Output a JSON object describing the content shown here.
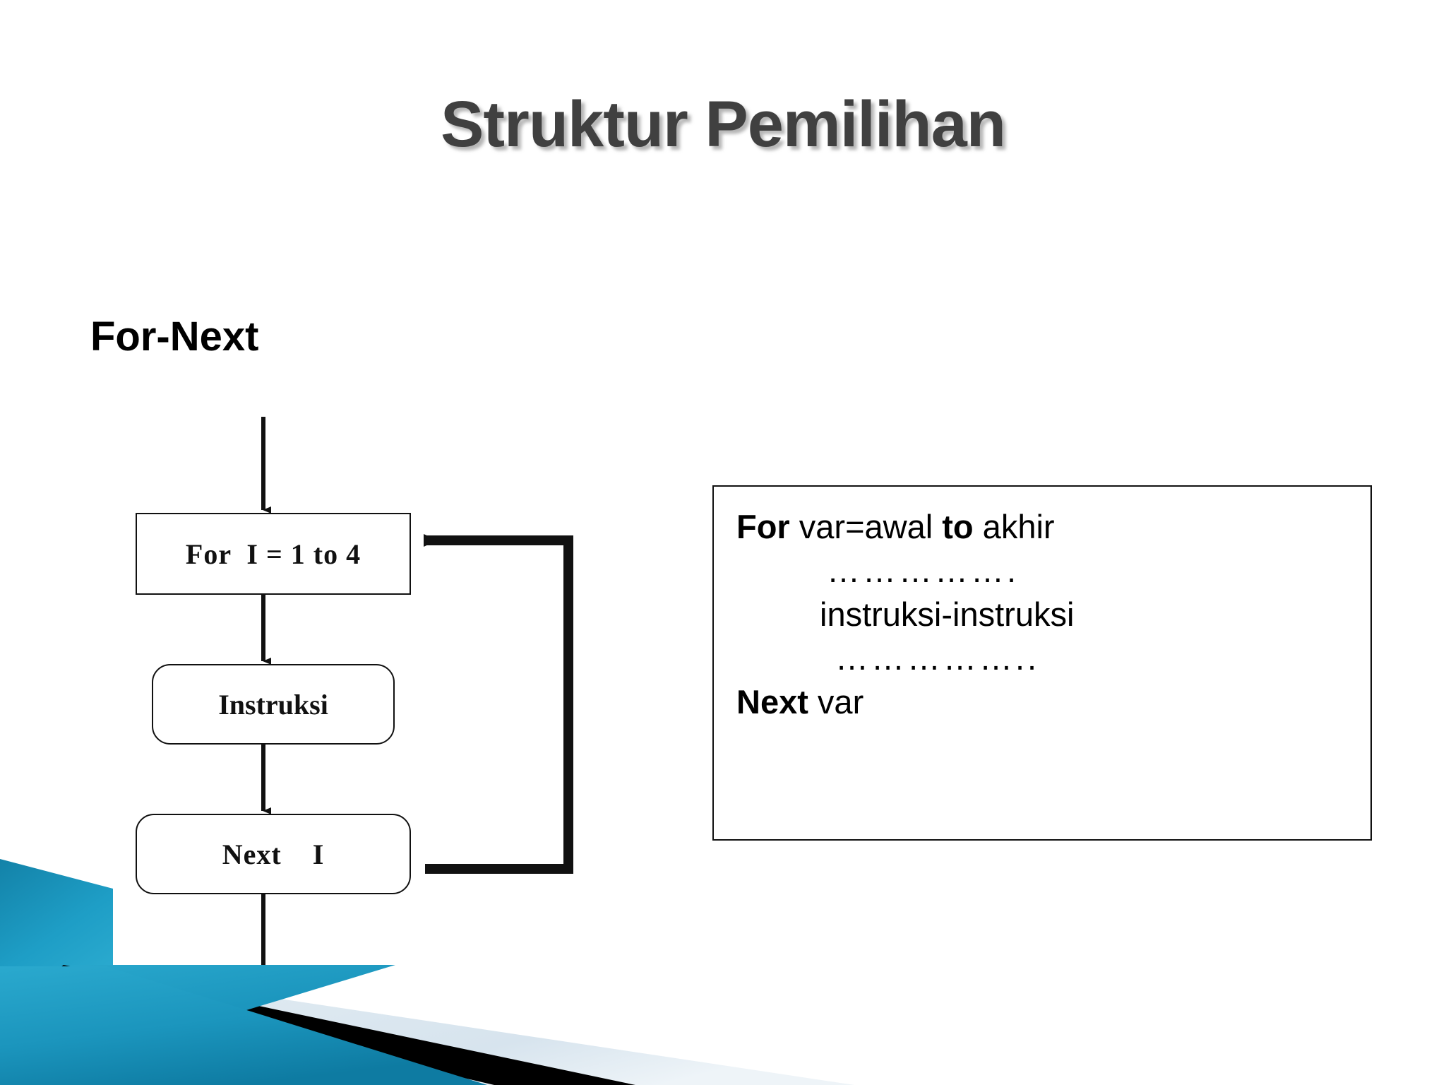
{
  "slide": {
    "title": "Struktur Pemilihan",
    "subheading": "For-Next",
    "title_color": "#404040",
    "accent_blue": "#1a9cc4",
    "accent_pale_blue": "#dbe7ef"
  },
  "flowchart": {
    "nodes": [
      {
        "id": "for",
        "label": "For  I = 1 to 4",
        "shape": "rectangle"
      },
      {
        "id": "instruksi",
        "label": "Instruksi",
        "shape": "rounded-rectangle"
      },
      {
        "id": "next",
        "label": "Next    I",
        "shape": "rounded-rectangle"
      }
    ],
    "edges": [
      {
        "from": "entry",
        "to": "for",
        "kind": "arrow-down"
      },
      {
        "from": "for",
        "to": "instruksi",
        "kind": "arrow-down"
      },
      {
        "from": "instruksi",
        "to": "next",
        "kind": "arrow-down"
      },
      {
        "from": "next",
        "to": "exit",
        "kind": "arrow-down"
      },
      {
        "from": "next",
        "to": "for",
        "kind": "loop-back-arrow-right-up-left"
      }
    ]
  },
  "syntax": {
    "lines": [
      {
        "bold_1": "For",
        "plain_1": " var=awal ",
        "bold_2": "to",
        "plain_2": " akhir"
      },
      {
        "dots": "……………."
      },
      {
        "text": "instruksi-instruksi"
      },
      {
        "dots": "…………….."
      },
      {
        "bold_1": "Next",
        "plain_1": " var"
      }
    ],
    "line1_bold_for": "For",
    "line1_mid": " var=awal ",
    "line1_bold_to": "to",
    "line1_tail": " akhir",
    "line2_dots": "…………….",
    "line3_text": "instruksi-instruksi",
    "line4_dots": "……………..",
    "line5_bold_next": "Next",
    "line5_tail": " var"
  }
}
